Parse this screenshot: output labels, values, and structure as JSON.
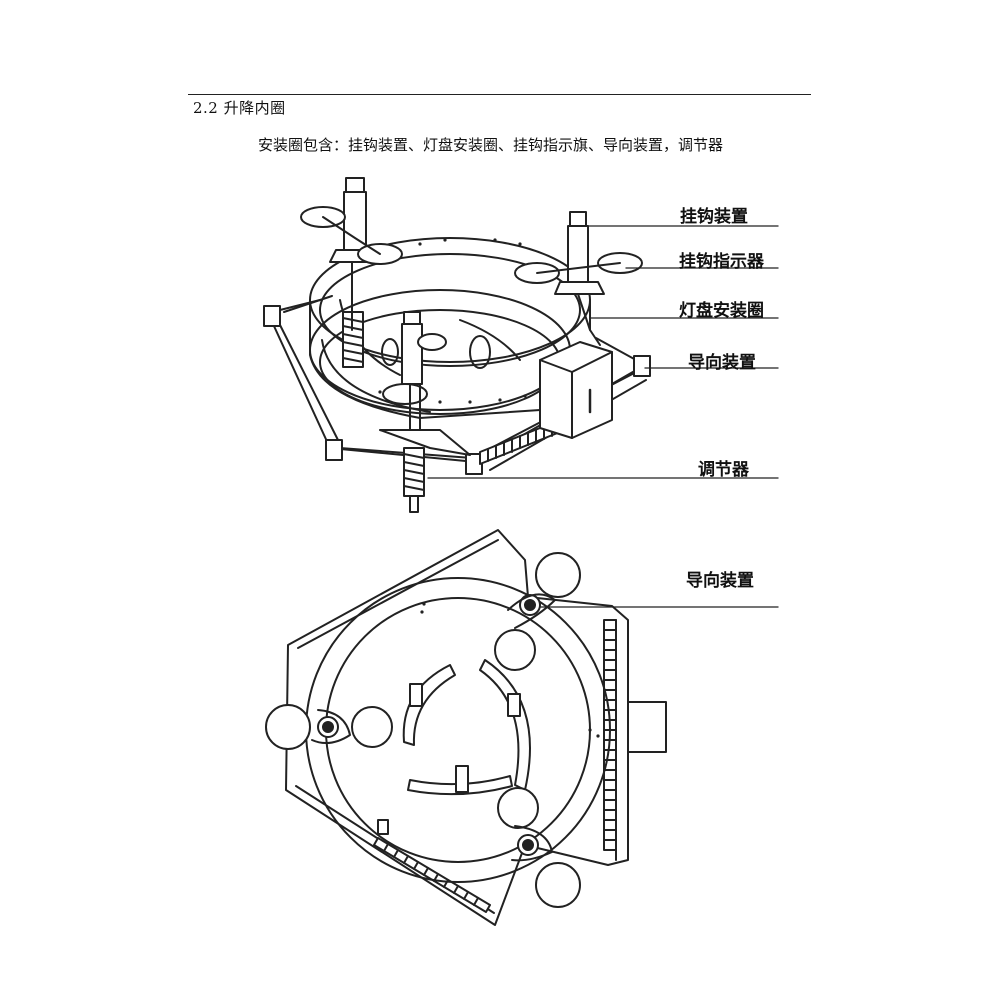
{
  "section": {
    "heading": "2.2 升降内圈"
  },
  "intro": "安装圈包含：挂钩装置、灯盘安装圈、挂钩指示旗、导向装置，调节器",
  "figure_top": {
    "labels": {
      "hook": "挂钩装置",
      "indicator": "挂钩指示器",
      "lamp_ring": "灯盘安装圈",
      "guide": "导向装置",
      "adjuster": "调节器"
    }
  },
  "figure_bottom": {
    "labels": {
      "guide": "导向装置"
    }
  }
}
